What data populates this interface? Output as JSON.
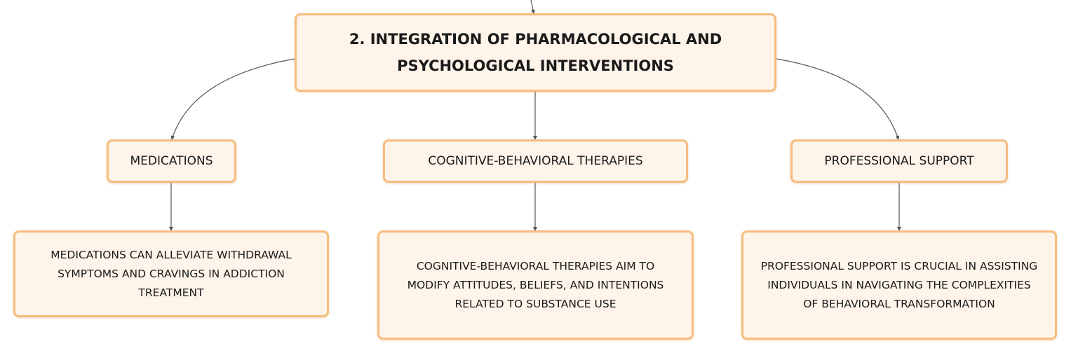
{
  "root": {
    "label": "2. INTEGRATION OF PHARMACOLOGICAL AND PSYCHOLOGICAL INTERVENTIONS"
  },
  "branches": [
    {
      "label": "MEDICATIONS",
      "detail": "MEDICATIONS CAN ALLEVIATE WITHDRAWAL SYMPTOMS AND CRAVINGS IN ADDICTION TREATMENT"
    },
    {
      "label": "COGNITIVE-BEHAVIORAL THERAPIES",
      "detail": "COGNITIVE-BEHAVIORAL THERAPIES AIM TO MODIFY ATTITUDES, BELIEFS, AND INTENTIONS RELATED TO SUBSTANCE USE"
    },
    {
      "label": "PROFESSIONAL SUPPORT",
      "detail": "PROFESSIONAL SUPPORT IS CRUCIAL IN ASSISTING INDIVIDUALS IN NAVIGATING THE COMPLEXITIES OF BEHAVIORAL TRANSFORMATION"
    }
  ],
  "colors": {
    "node_fill": "#fff4ea",
    "node_border": "#f6bd7e",
    "connector": "#555555",
    "text": "#1a1a1a"
  }
}
